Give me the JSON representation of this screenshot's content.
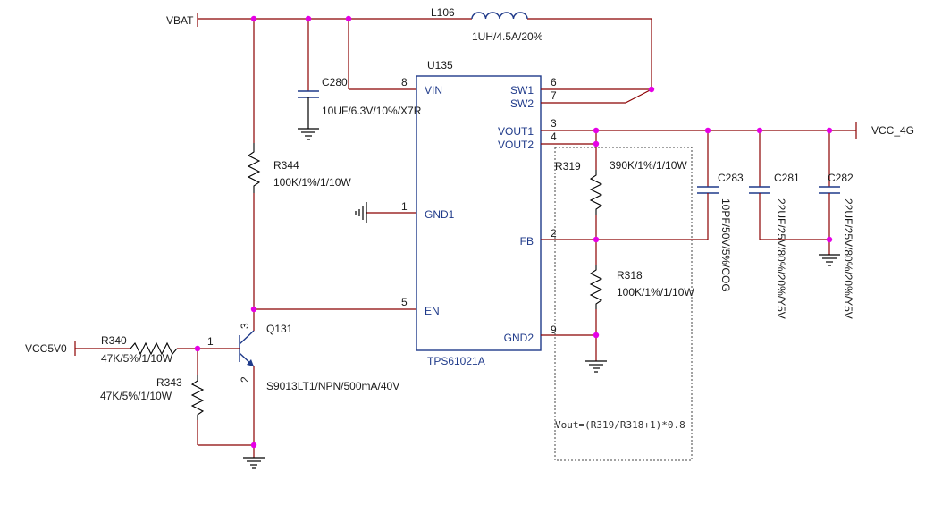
{
  "nets": {
    "vbat": "VBAT",
    "vcc_4g": "VCC_4G",
    "vcc5v0": "VCC5V0"
  },
  "ic": {
    "ref": "U135",
    "part": "TPS61021A",
    "pins": {
      "vin": {
        "name": "VIN",
        "num": "8"
      },
      "gnd1": {
        "name": "GND1",
        "num": "1"
      },
      "en": {
        "name": "EN",
        "num": "5"
      },
      "sw1": {
        "name": "SW1",
        "num": "6"
      },
      "sw2": {
        "name": "SW2",
        "num": "7"
      },
      "vout1": {
        "name": "VOUT1",
        "num": "3"
      },
      "vout2": {
        "name": "VOUT2",
        "num": "4"
      },
      "fb": {
        "name": "FB",
        "num": "2"
      },
      "gnd2": {
        "name": "GND2",
        "num": "9"
      }
    }
  },
  "inductor": {
    "ref": "L106",
    "value": "1UH/4.5A/20%"
  },
  "c280": {
    "ref": "C280",
    "value": "10UF/6.3V/10%/X7R"
  },
  "r344": {
    "ref": "R344",
    "value": "100K/1%/1/10W"
  },
  "r319": {
    "ref": "R319",
    "value": "390K/1%/1/10W"
  },
  "r318": {
    "ref": "R318",
    "value": "100K/1%/1/10W"
  },
  "c283": {
    "ref": "C283",
    "value": "10PF/50V/5%/COG"
  },
  "c281": {
    "ref": "C281",
    "value": "22UF/25V/80%/20%/Y5V"
  },
  "c282": {
    "ref": "C282",
    "value": "22UF/25V/80%/20%/Y5V"
  },
  "q131": {
    "ref": "Q131",
    "value": "S9013LT1/NPN/500mA/40V",
    "pin_b": "1",
    "pin_c": "3",
    "pin_e": "2"
  },
  "r340": {
    "ref": "R340",
    "value": "47K/5%/1/10W"
  },
  "r343": {
    "ref": "R343",
    "value": "47K/5%/1/10W"
  },
  "note": "Vout=(R319/R318+1)*0.8"
}
